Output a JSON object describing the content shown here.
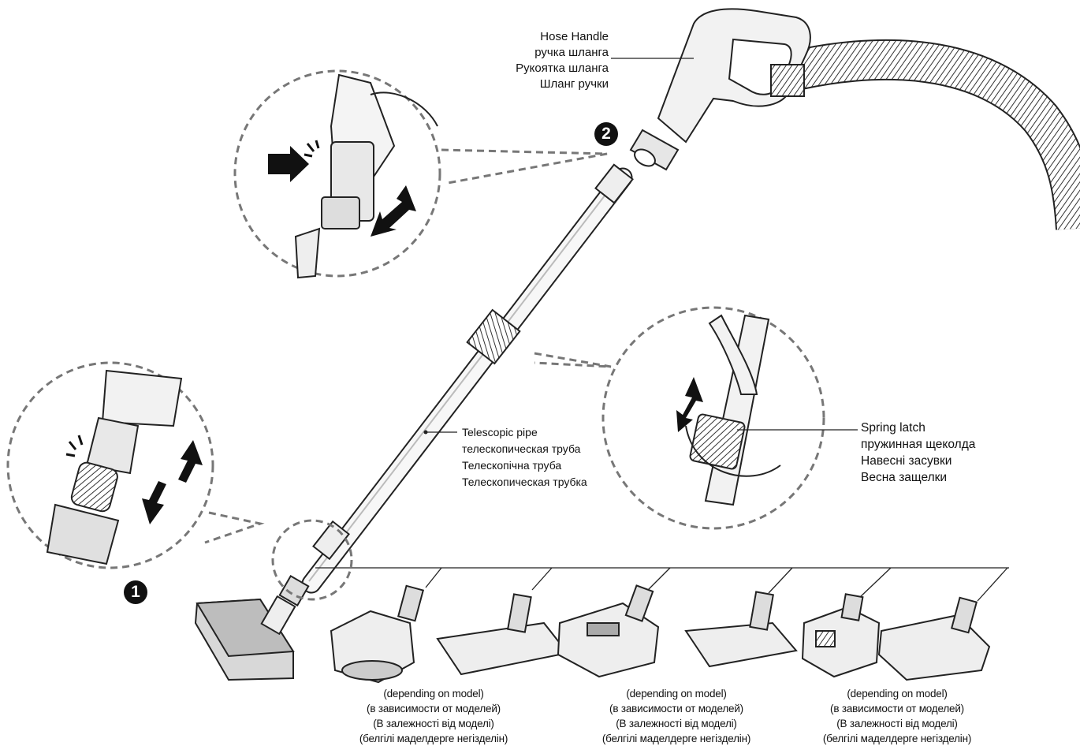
{
  "steps": {
    "one": "1",
    "two": "2"
  },
  "hose_handle": {
    "lines": [
      "Hose Handle",
      "ручка шланга",
      "Рукоятка шланга",
      "Шланг ручки"
    ]
  },
  "telescopic_pipe": {
    "lines": [
      "Telescopic pipe",
      "телескопическая труба",
      "Телескопічна труба",
      "Телескопическая трубка"
    ]
  },
  "spring_latch": {
    "lines": [
      "Spring latch",
      "пружинная щеколда",
      "Навесні засувки",
      "Весна защелки"
    ]
  },
  "depending_notes": [
    {
      "lines": [
        "(depending on model)",
        "(в зависимости от моделей)",
        "(В залежності від моделі)",
        "(белгілі маделдерге негізделін)"
      ]
    },
    {
      "lines": [
        "(depending on model)",
        "(в зависимости от моделей)",
        "(В залежності від моделі)",
        "(белгілі маделдерге негізделін)"
      ]
    },
    {
      "lines": [
        "(depending on model)",
        "(в зависимости от моделей)",
        "(В залежності від моделі)",
        "(белгілі маделдерге негізделін)"
      ]
    }
  ],
  "icons": {
    "zoom_circles": [
      "zoom-circle-handle-icon",
      "zoom-circle-nozzle-icon",
      "zoom-circle-latch-icon"
    ],
    "arrows": [
      "press-arrow-icon",
      "double-arrow-icon"
    ],
    "nozzles": [
      "floor-nozzle-icon",
      "turbo-brush-icon",
      "parquet-brush-icon",
      "pet-brush-icon",
      "hard-floor-brush-icon",
      "mini-turbo-icon",
      "combination-nozzle-icon"
    ]
  }
}
